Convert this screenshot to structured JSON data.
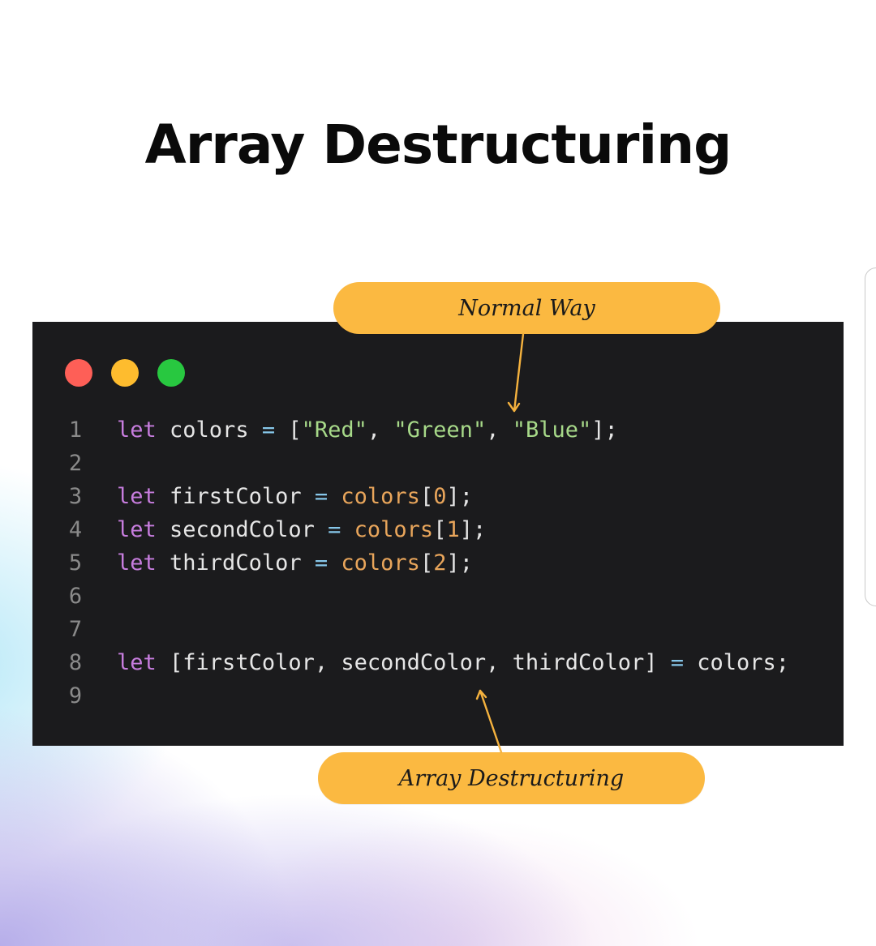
{
  "title": "Array Destructuring",
  "window_dots": [
    {
      "name": "close-dot",
      "color": "#fe5f57"
    },
    {
      "name": "minimize-dot",
      "color": "#febc2e"
    },
    {
      "name": "maximize-dot",
      "color": "#28c840"
    }
  ],
  "code": {
    "line_numbers": [
      "1",
      "2",
      "3",
      "4",
      "5",
      "6",
      "7",
      "8",
      "9"
    ],
    "lines": [
      [
        {
          "t": "kw",
          "v": "let"
        },
        {
          "t": "id",
          "v": " colors "
        },
        {
          "t": "op",
          "v": "="
        },
        {
          "t": "pu",
          "v": " ["
        },
        {
          "t": "str",
          "v": "\"Red\""
        },
        {
          "t": "pu",
          "v": ", "
        },
        {
          "t": "str",
          "v": "\"Green\""
        },
        {
          "t": "pu",
          "v": ", "
        },
        {
          "t": "str",
          "v": "\"Blue\""
        },
        {
          "t": "pu",
          "v": "];"
        }
      ],
      [],
      [
        {
          "t": "kw",
          "v": "let"
        },
        {
          "t": "id",
          "v": " firstColor "
        },
        {
          "t": "op",
          "v": "="
        },
        {
          "t": "id",
          "v": " "
        },
        {
          "t": "ref",
          "v": "colors"
        },
        {
          "t": "pu",
          "v": "["
        },
        {
          "t": "num",
          "v": "0"
        },
        {
          "t": "pu",
          "v": "];"
        }
      ],
      [
        {
          "t": "kw",
          "v": "let"
        },
        {
          "t": "id",
          "v": " secondColor "
        },
        {
          "t": "op",
          "v": "="
        },
        {
          "t": "id",
          "v": " "
        },
        {
          "t": "ref",
          "v": "colors"
        },
        {
          "t": "pu",
          "v": "["
        },
        {
          "t": "num",
          "v": "1"
        },
        {
          "t": "pu",
          "v": "];"
        }
      ],
      [
        {
          "t": "kw",
          "v": "let"
        },
        {
          "t": "id",
          "v": " thirdColor "
        },
        {
          "t": "op",
          "v": "="
        },
        {
          "t": "id",
          "v": " "
        },
        {
          "t": "ref",
          "v": "colors"
        },
        {
          "t": "pu",
          "v": "["
        },
        {
          "t": "num",
          "v": "2"
        },
        {
          "t": "pu",
          "v": "];"
        }
      ],
      [],
      [],
      [
        {
          "t": "kw",
          "v": "let"
        },
        {
          "t": "pu",
          "v": " [firstColor, secondColor, thirdColor] "
        },
        {
          "t": "op",
          "v": "="
        },
        {
          "t": "id",
          "v": " colors;"
        }
      ],
      []
    ]
  },
  "callouts": {
    "top": "Normal Way",
    "bottom": "Array Destructuring",
    "fill": "#fbb941"
  }
}
